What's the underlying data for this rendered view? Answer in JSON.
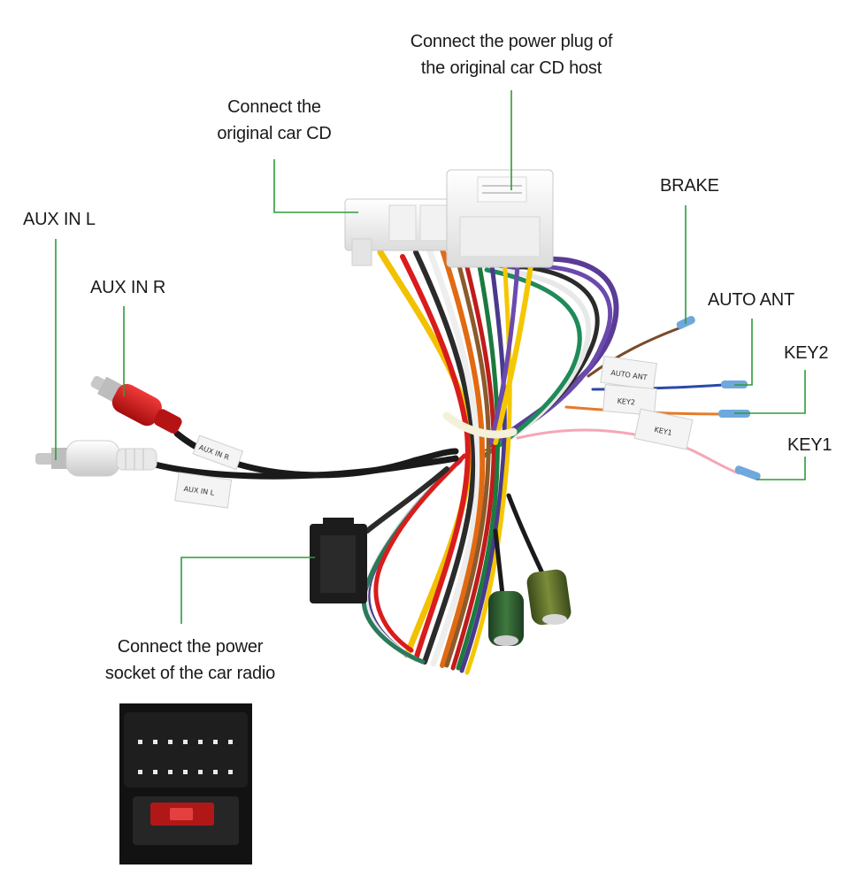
{
  "labels": {
    "power_plug": {
      "line1": "Connect the power plug of",
      "line2": "the original car CD host"
    },
    "car_cd": {
      "line1": "Connect the",
      "line2": "original car CD"
    },
    "aux_l": "AUX IN L",
    "aux_r": "AUX IN R",
    "brake": "BRAKE",
    "auto_ant": "AUTO  ANT",
    "key2": "KEY2",
    "key1": "KEY1",
    "power_socket": {
      "line1": "Connect the power",
      "line2": "socket of the car radio"
    }
  },
  "wire_tags": {
    "aux_in_l": "AUX IN L",
    "aux_in_r": "AUX IN R",
    "auto_ant": "AUTO ANT",
    "key2": "KEY2",
    "key1": "KEY1"
  },
  "colors": {
    "leader_line": "#2e9b3a",
    "background": "#ffffff"
  }
}
